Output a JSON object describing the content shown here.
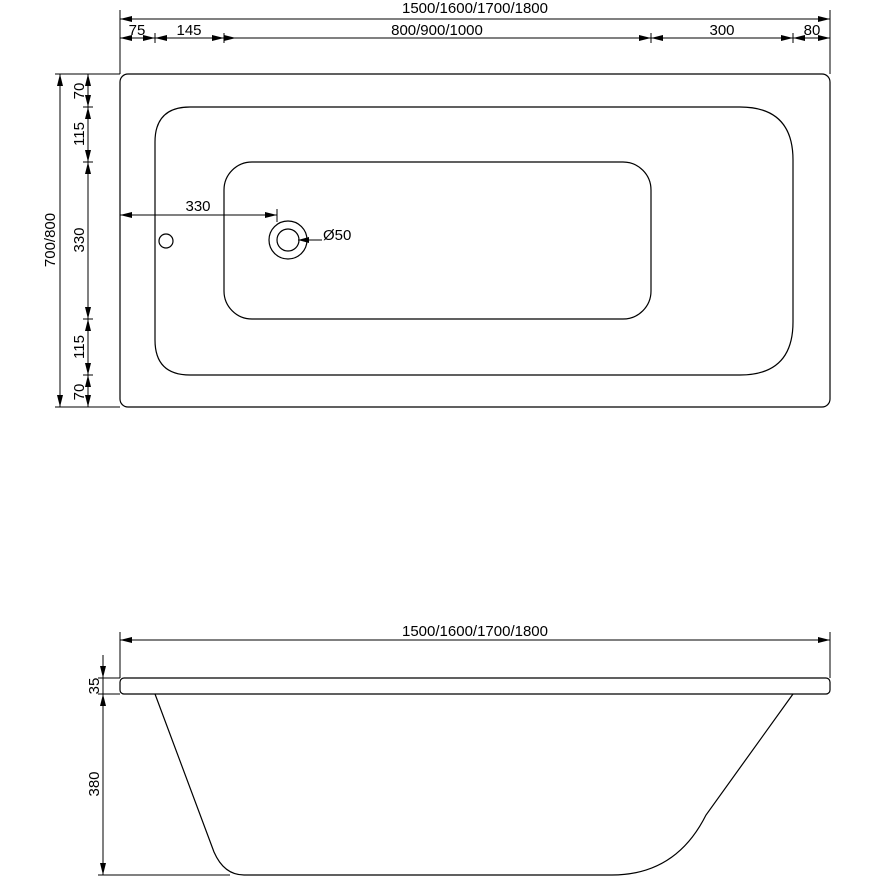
{
  "top_view": {
    "overall_length": "1500/1600/1700/1800",
    "segment_1": "75",
    "segment_2": "145",
    "segment_3": "800/900/1000",
    "segment_4": "300",
    "segment_5": "80",
    "overall_width": "700/800",
    "v_segment_1": "70",
    "v_segment_2": "115",
    "v_segment_3": "330",
    "v_segment_4": "115",
    "v_segment_5": "70",
    "drain_offset": "330",
    "drain_diameter": "Ø50"
  },
  "side_view": {
    "overall_length": "1500/1600/1700/1800",
    "rim_height": "35",
    "basin_depth": "380"
  }
}
